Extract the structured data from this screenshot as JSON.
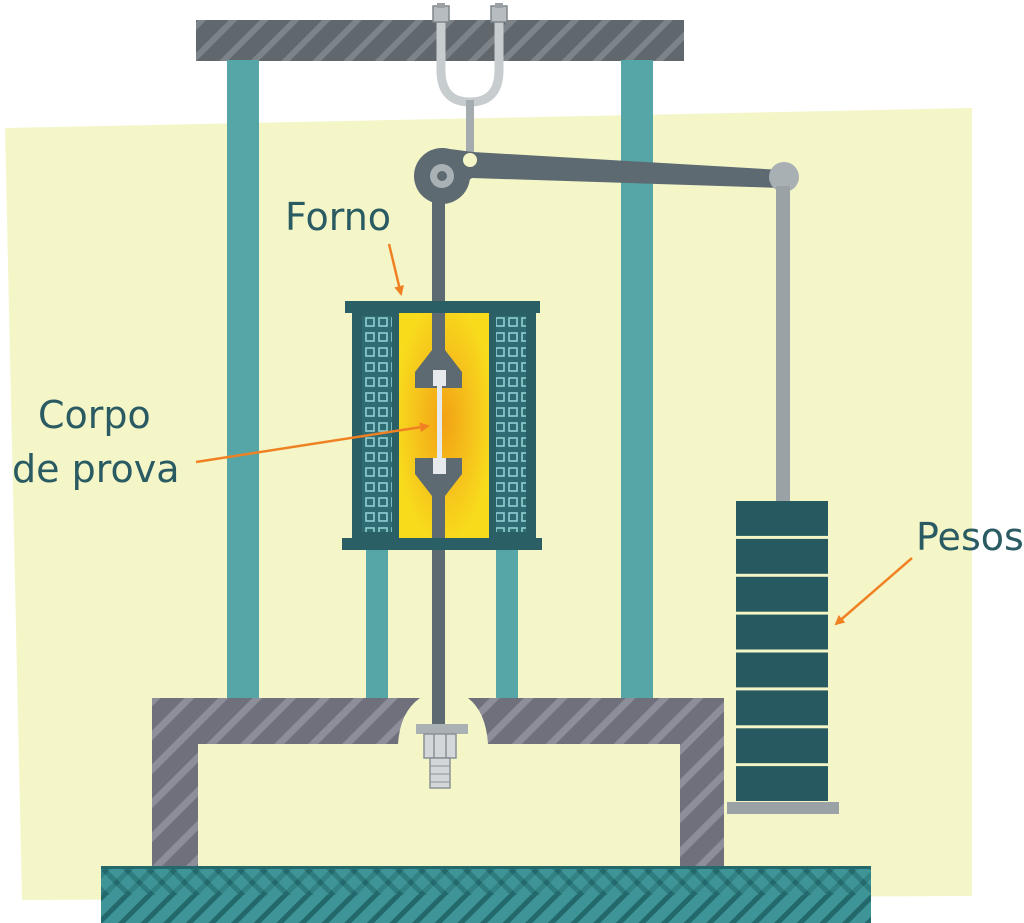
{
  "labels": {
    "forno": "Forno",
    "corpo_line1": "Corpo",
    "corpo_line2": "de prova",
    "pesos": "Pesos"
  },
  "colors": {
    "background_panel": "#f4f6c8",
    "frame_teal": "#56a6a8",
    "hatch_gray": "#7a7a86",
    "top_beam": "#626a70",
    "lever": "#5d6a72",
    "furnace_dark": "#2a5f66",
    "furnace_hot": "#f7d51a",
    "weights": "#265a60",
    "base_teal": "#3a8c8e",
    "arrow": "#f08123",
    "label_text": "#2a5a62"
  },
  "weights": {
    "count": 8
  }
}
